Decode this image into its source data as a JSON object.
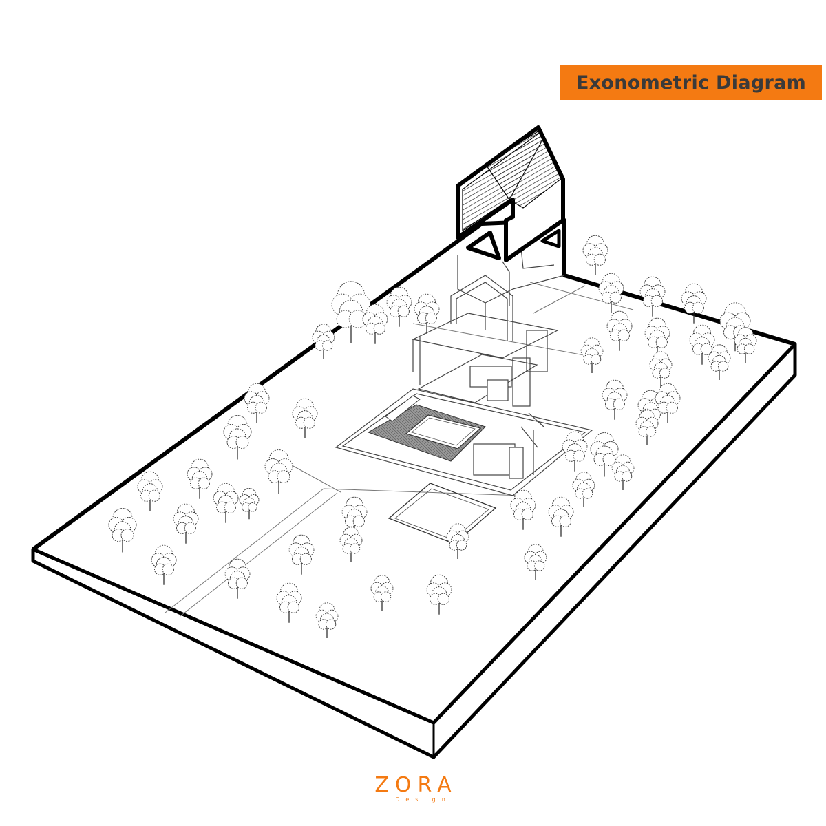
{
  "title": "Exonometric Diagram",
  "brand": {
    "name": "ZORA",
    "tagline": "Design"
  },
  "colors": {
    "accent": "#f47a12",
    "title_text": "#3a3a3a",
    "outline": "#000000",
    "line": "#555555",
    "background": "#ffffff"
  },
  "icons": {
    "tree": "tree-icon"
  }
}
